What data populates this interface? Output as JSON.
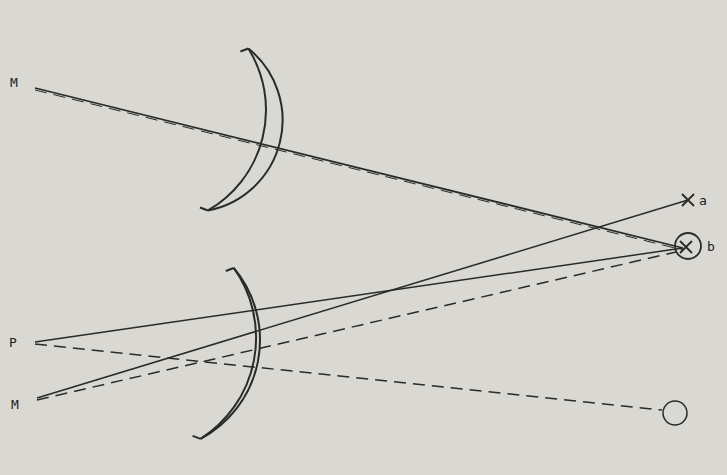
{
  "diagram": {
    "labels": [
      "M",
      "a",
      "b",
      "P",
      "M"
    ]
  }
}
